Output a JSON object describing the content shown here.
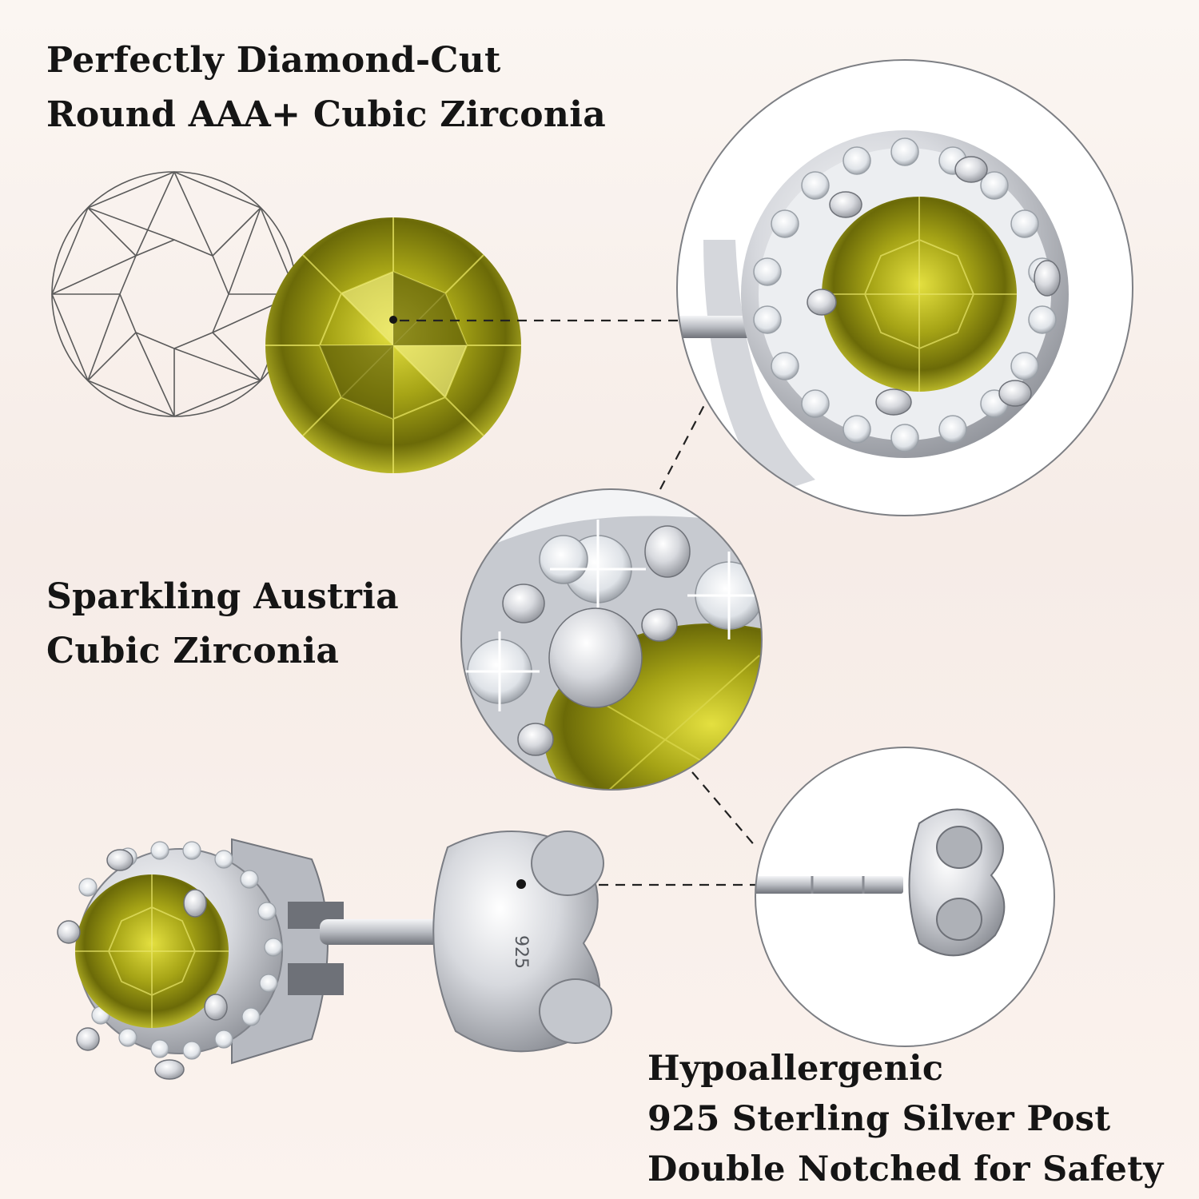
{
  "captions": {
    "cut": [
      "Perfectly Diamond-Cut",
      "Round AAA+ Cubic Zirconia"
    ],
    "sparkle": [
      "Sparkling Austria",
      "Cubic Zirconia"
    ],
    "silver": [
      "Hypoallergenic",
      "925 Sterling Silver Post",
      "Double Notched for Safety"
    ]
  },
  "stamp": "925",
  "colors": {
    "gem": "#9a9a12",
    "gem_light": "#d6d43a",
    "gem_dark": "#4a4a05",
    "silver": "#d9dbe0",
    "silver_dark": "#8e9198",
    "ink": "#151515"
  }
}
